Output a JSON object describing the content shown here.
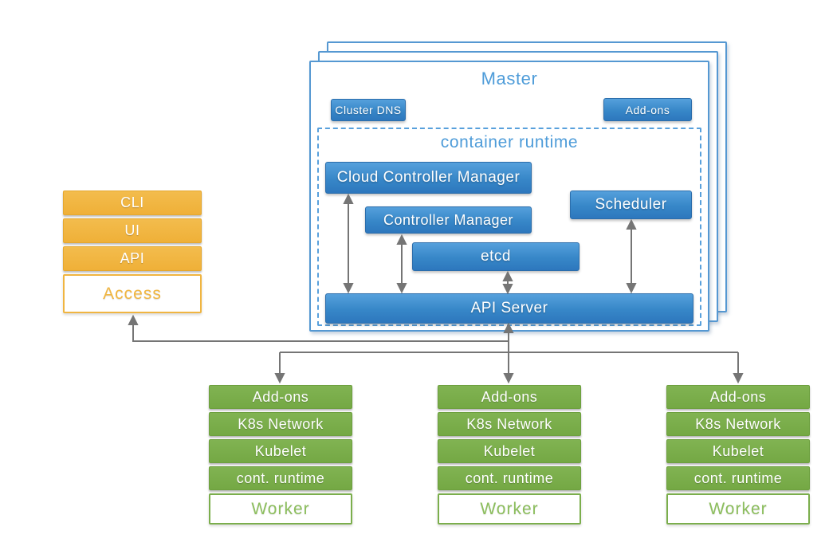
{
  "master": {
    "title": "Master",
    "cluster_dns": "Cluster DNS",
    "addons": "Add-ons",
    "runtime_title": "container runtime",
    "cloud_controller_manager": "Cloud Controller Manager",
    "controller_manager": "Controller Manager",
    "scheduler": "Scheduler",
    "etcd": "etcd",
    "api_server": "API Server"
  },
  "access_stack": {
    "cli": "CLI",
    "ui": "UI",
    "api": "API",
    "label": "Access"
  },
  "workers": [
    {
      "addons": "Add-ons",
      "network": "K8s Network",
      "kubelet": "Kubelet",
      "runtime": "cont. runtime",
      "label": "Worker"
    },
    {
      "addons": "Add-ons",
      "network": "K8s Network",
      "kubelet": "Kubelet",
      "runtime": "cont. runtime",
      "label": "Worker"
    },
    {
      "addons": "Add-ons",
      "network": "K8s Network",
      "kubelet": "Kubelet",
      "runtime": "cont. runtime",
      "label": "Worker"
    }
  ],
  "colors": {
    "node_blue": "#3787c8",
    "title_blue": "#4e9cd9",
    "accent_orange": "#f0b541",
    "accent_green": "#7bae4c",
    "connector_gray": "#757575"
  }
}
